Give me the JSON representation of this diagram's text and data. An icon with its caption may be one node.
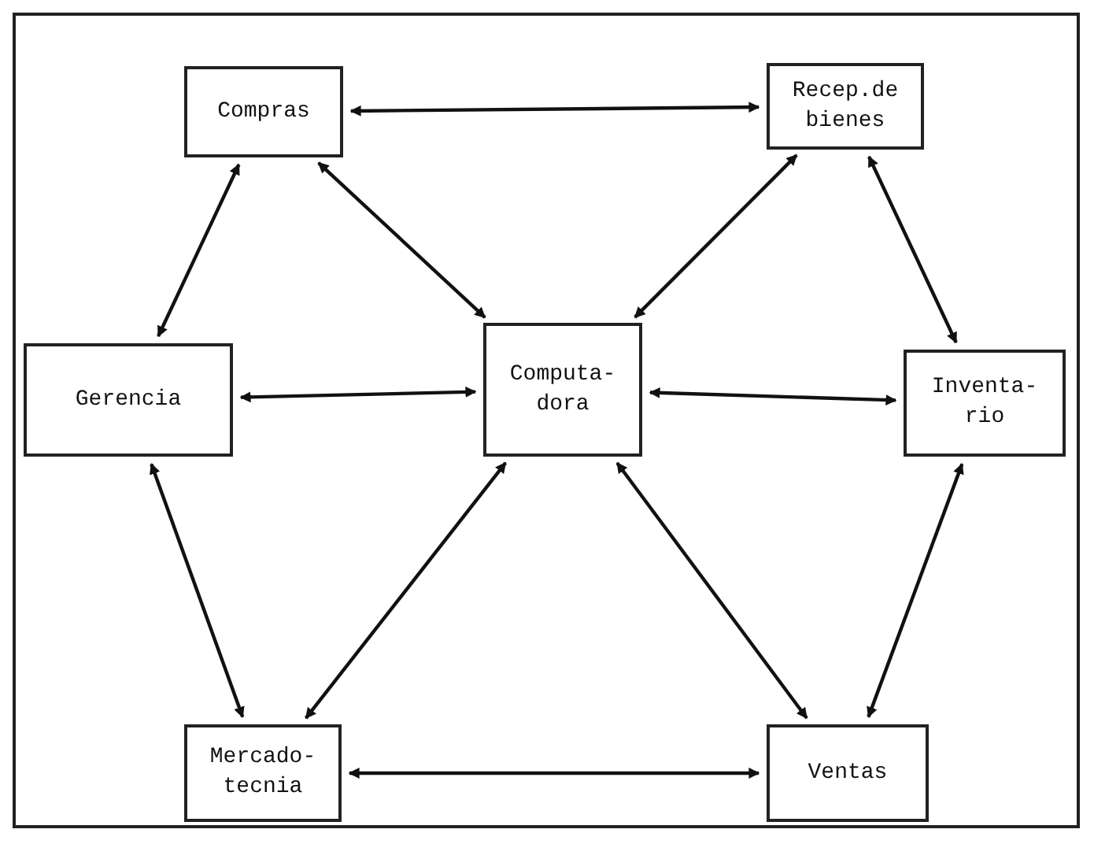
{
  "diagram": {
    "nodes": [
      {
        "text": [
          "Compras"
        ]
      },
      {
        "text": [
          "Recep.de bienes"
        ]
      },
      {
        "text": [
          "Gerencia"
        ]
      },
      {
        "text": [
          "Computa- dora"
        ]
      },
      {
        "text": [
          "Inventa- rio"
        ]
      },
      {
        "text": [
          "Mercado- tecnia"
        ]
      },
      {
        "text": [
          "Ventas"
        ]
      }
    ],
    "edges": [
      {
        "from": 0,
        "to": 1,
        "arrow": "both"
      },
      {
        "from": 0,
        "to": 2,
        "arrow": "both"
      },
      {
        "from": 0,
        "to": 3,
        "arrow": "both"
      },
      {
        "from": 1,
        "to": 3,
        "arrow": "both"
      },
      {
        "from": 1,
        "to": 4,
        "arrow": "both"
      },
      {
        "from": 2,
        "to": 3,
        "arrow": "both"
      },
      {
        "from": 3,
        "to": 4,
        "arrow": "both"
      },
      {
        "from": 2,
        "to": 5,
        "arrow": "both"
      },
      {
        "from": 3,
        "to": 5,
        "arrow": "both"
      },
      {
        "from": 3,
        "to": 6,
        "arrow": "both"
      },
      {
        "from": 4,
        "to": 6,
        "arrow": "both"
      },
      {
        "from": 5,
        "to": 6,
        "arrow": "both"
      }
    ]
  }
}
